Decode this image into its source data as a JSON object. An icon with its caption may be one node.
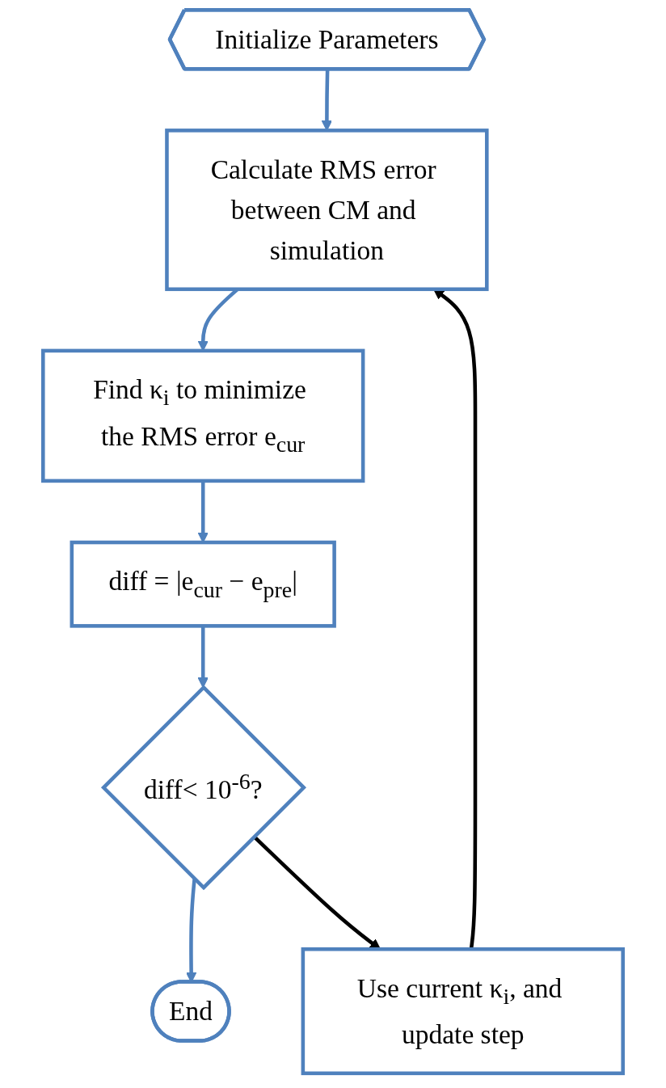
{
  "diagram": {
    "nodes": [
      {
        "text": [
          "Initialize Parameters"
        ]
      },
      {
        "text": [
          "Calculate RMS error between CM and simulation"
        ]
      },
      {
        "text": [
          "Find κ$_{i}$ to minimize the RMS error e$_{cur}$"
        ]
      },
      {
        "text": [
          "diff = |e$_{cur}$ − e$_{pre}$|"
        ]
      },
      {
        "text": [
          "diff< 10$^{-6}$?"
        ]
      },
      {
        "text": [
          "End"
        ]
      },
      {
        "text": [
          "Use current κ$_{i}$, and update step"
        ]
      }
    ],
    "edges": [
      {
        "from": 0,
        "to": 1,
        "arrow": "to"
      },
      {
        "from": 1,
        "to": 2,
        "arrow": "to"
      },
      {
        "from": 2,
        "to": 3,
        "arrow": "to"
      },
      {
        "from": 3,
        "to": 4,
        "arrow": "to"
      },
      {
        "from": 4,
        "to": 5,
        "arrow": "to"
      },
      {
        "from": 4,
        "to": 6,
        "arrow": "to",
        "color": "#000000"
      },
      {
        "from": 6,
        "to": 1,
        "arrow": "to",
        "color": "#000000"
      }
    ]
  }
}
